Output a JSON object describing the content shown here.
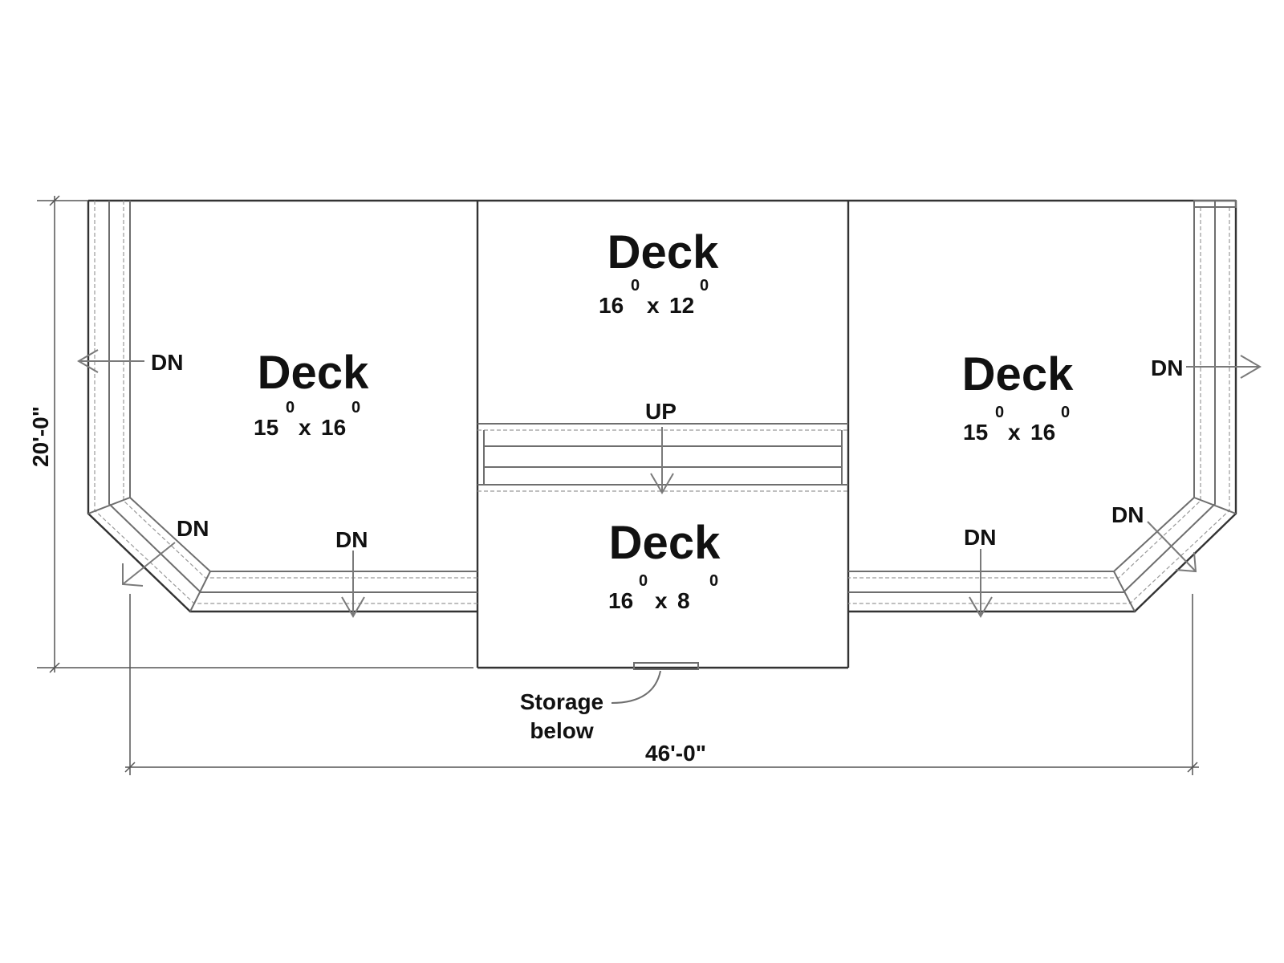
{
  "rooms": {
    "top_center": {
      "name": "Deck",
      "w": "16",
      "w_sup": "0",
      "x": "x",
      "h": "12",
      "h_sup": "0"
    },
    "left": {
      "name": "Deck",
      "w": "15",
      "w_sup": "0",
      "x": "x",
      "h": "16",
      "h_sup": "0"
    },
    "right": {
      "name": "Deck",
      "w": "15",
      "w_sup": "0",
      "x": "x",
      "h": "16",
      "h_sup": "0"
    },
    "bottom_center": {
      "name": "Deck",
      "w": "16",
      "w_sup": "0",
      "x": "x",
      "h": "8",
      "h_sup": "0"
    }
  },
  "stairs": {
    "left_side": "DN",
    "right_side": "DN",
    "left_corner": "DN",
    "right_corner": "DN",
    "left_bottom": "DN",
    "right_bottom": "DN",
    "center": "UP"
  },
  "storage": {
    "line1": "Storage",
    "line2": "below"
  },
  "dimensions": {
    "height": "20'-0\"",
    "width": "46'-0\""
  }
}
